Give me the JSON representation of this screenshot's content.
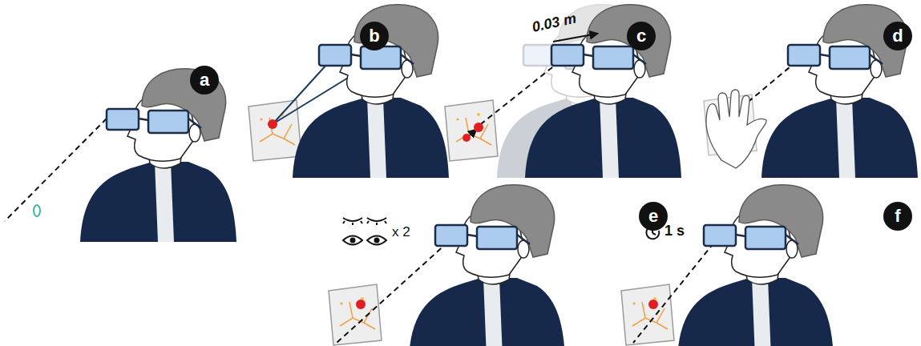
{
  "diagram": {
    "nodes": [
      {
        "text": [
          "a"
        ]
      },
      {
        "text": [
          "b"
        ]
      },
      {
        "text": [
          "c"
        ]
      },
      {
        "text": [
          "d"
        ]
      },
      {
        "text": [
          "e"
        ]
      },
      {
        "text": [
          "f"
        ]
      }
    ],
    "edges": [],
    "labels": [
      "0.03 m",
      "x 2",
      "1 s"
    ]
  }
}
